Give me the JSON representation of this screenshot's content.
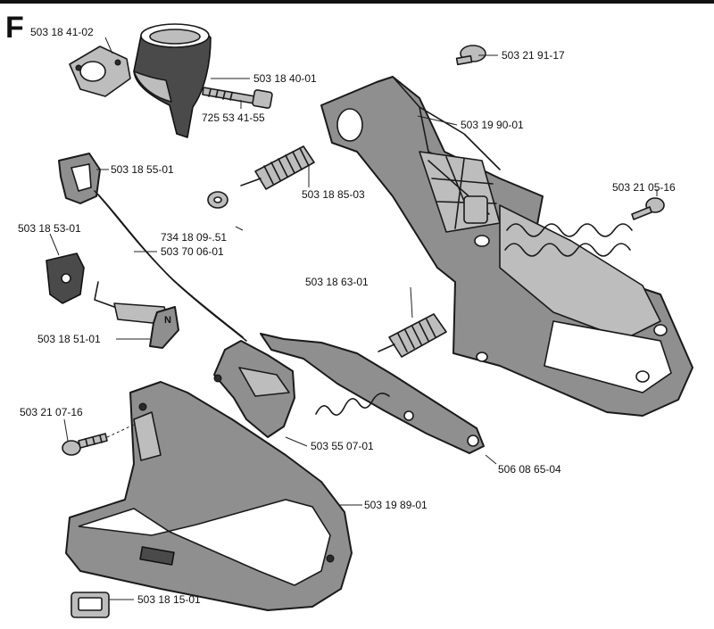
{
  "section_letter": "F",
  "part_numbers": {
    "p1": "503 18 41-02",
    "p2": "503 18 40-01",
    "p3": "725 53 41-55",
    "p4": "503 21 91-17",
    "p5": "503 19 90-01",
    "p6": "503 18 55-01",
    "p7": "503 18 85-03",
    "p8": "503 21 05-16",
    "p9": "503 18 53-01",
    "p10": "734 18 09-.51",
    "p11": "503 70 06-01",
    "p12": "503 18 63-01",
    "p13": "503 18 51-01",
    "p14": "503 21 07-16",
    "p15": "503 55 07-01",
    "p16": "506 08 65-04",
    "p17": "503 19 89-01",
    "p18": "503 18 15-01"
  }
}
